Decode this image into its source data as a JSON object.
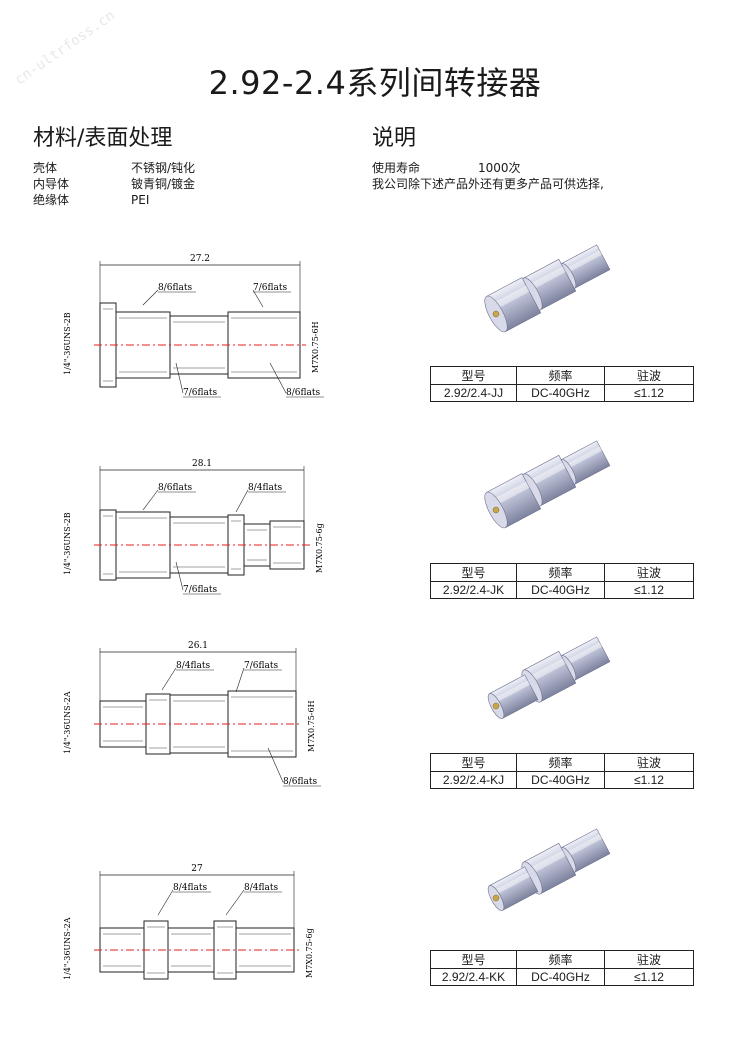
{
  "title": "2.92-2.4系列间转接器",
  "materials": {
    "heading": "材料/表面处理",
    "rows": [
      {
        "part": "壳体",
        "value": "不锈钢/钝化"
      },
      {
        "part": "内导体",
        "value": "铍青铜/镀金"
      },
      {
        "part": "绝缘体",
        "value": "PEI"
      }
    ]
  },
  "description": {
    "heading": "说明",
    "life_label": "使用寿命",
    "life_value": "1000次",
    "note": "我公司除下述产品外还有更多产品可供选择,"
  },
  "table_headers": {
    "model": "型号",
    "freq": "频率",
    "vswr": "驻波"
  },
  "products": [
    {
      "model": "2.92/2.4-JJ",
      "freq": "DC-40GHz",
      "vswr": "≤1.12",
      "dim": "27.2",
      "left_thread": "1/4\"-36UNS-2B",
      "right_thread": "M7X0.75-6H",
      "labels": [
        "8/6flats",
        "7/6flats",
        "7/6flats",
        "8/6flats"
      ]
    },
    {
      "model": "2.92/2.4-JK",
      "freq": "DC-40GHz",
      "vswr": "≤1.12",
      "dim": "28.1",
      "left_thread": "1/4\"-36UNS-2B",
      "right_thread": "M7X0.75-6g",
      "labels": [
        "8/6flats",
        "8/4flats",
        "7/6flats"
      ]
    },
    {
      "model": "2.92/2.4-KJ",
      "freq": "DC-40GHz",
      "vswr": "≤1.12",
      "dim": "26.1",
      "left_thread": "1/4\"-36UNS-2A",
      "right_thread": "M7X0.75-6H",
      "labels": [
        "8/4flats",
        "7/6flats",
        "8/6flats"
      ]
    },
    {
      "model": "2.92/2.4-KK",
      "freq": "DC-40GHz",
      "vswr": "≤1.12",
      "dim": "27",
      "left_thread": "1/4\"-36UNS-2A",
      "right_thread": "M7X0.75-6g",
      "labels": [
        "8/4flats",
        "8/4flats"
      ]
    }
  ]
}
